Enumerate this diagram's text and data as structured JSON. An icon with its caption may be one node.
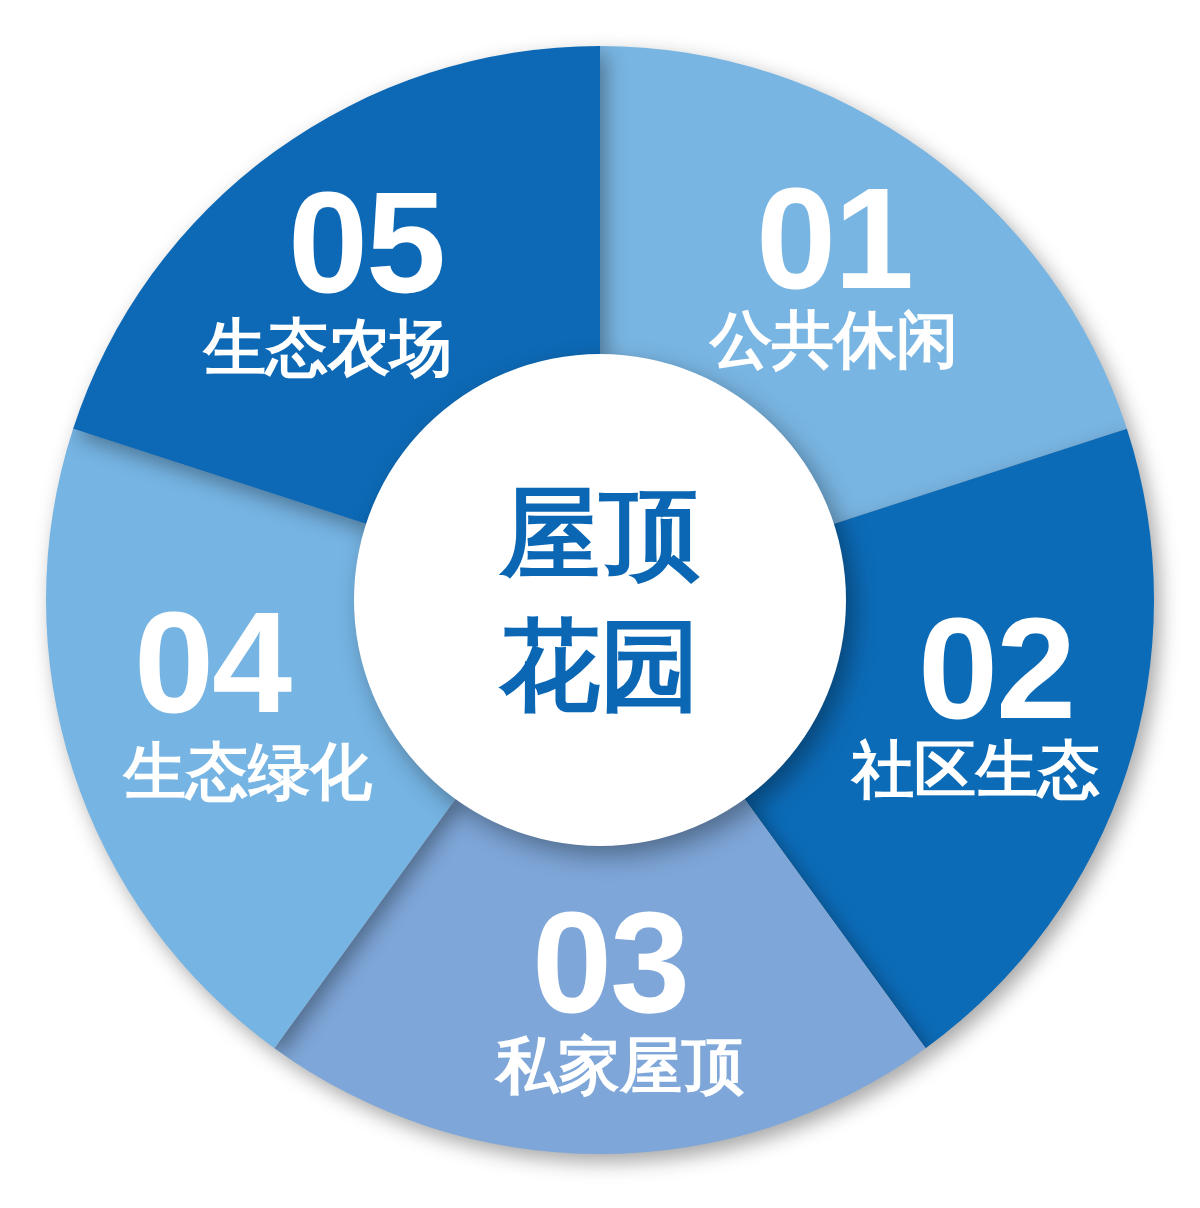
{
  "diagram": {
    "nodes": [
      {
        "text": [
          "01",
          "公共休闲"
        ]
      },
      {
        "text": [
          "02",
          "社区生态"
        ]
      },
      {
        "text": [
          "03",
          "私家屋顶"
        ]
      },
      {
        "text": [
          "04",
          "生态绿化"
        ]
      },
      {
        "text": [
          "05",
          "生态农场"
        ]
      },
      {
        "text": [
          "屋顶花园"
        ]
      }
    ]
  }
}
